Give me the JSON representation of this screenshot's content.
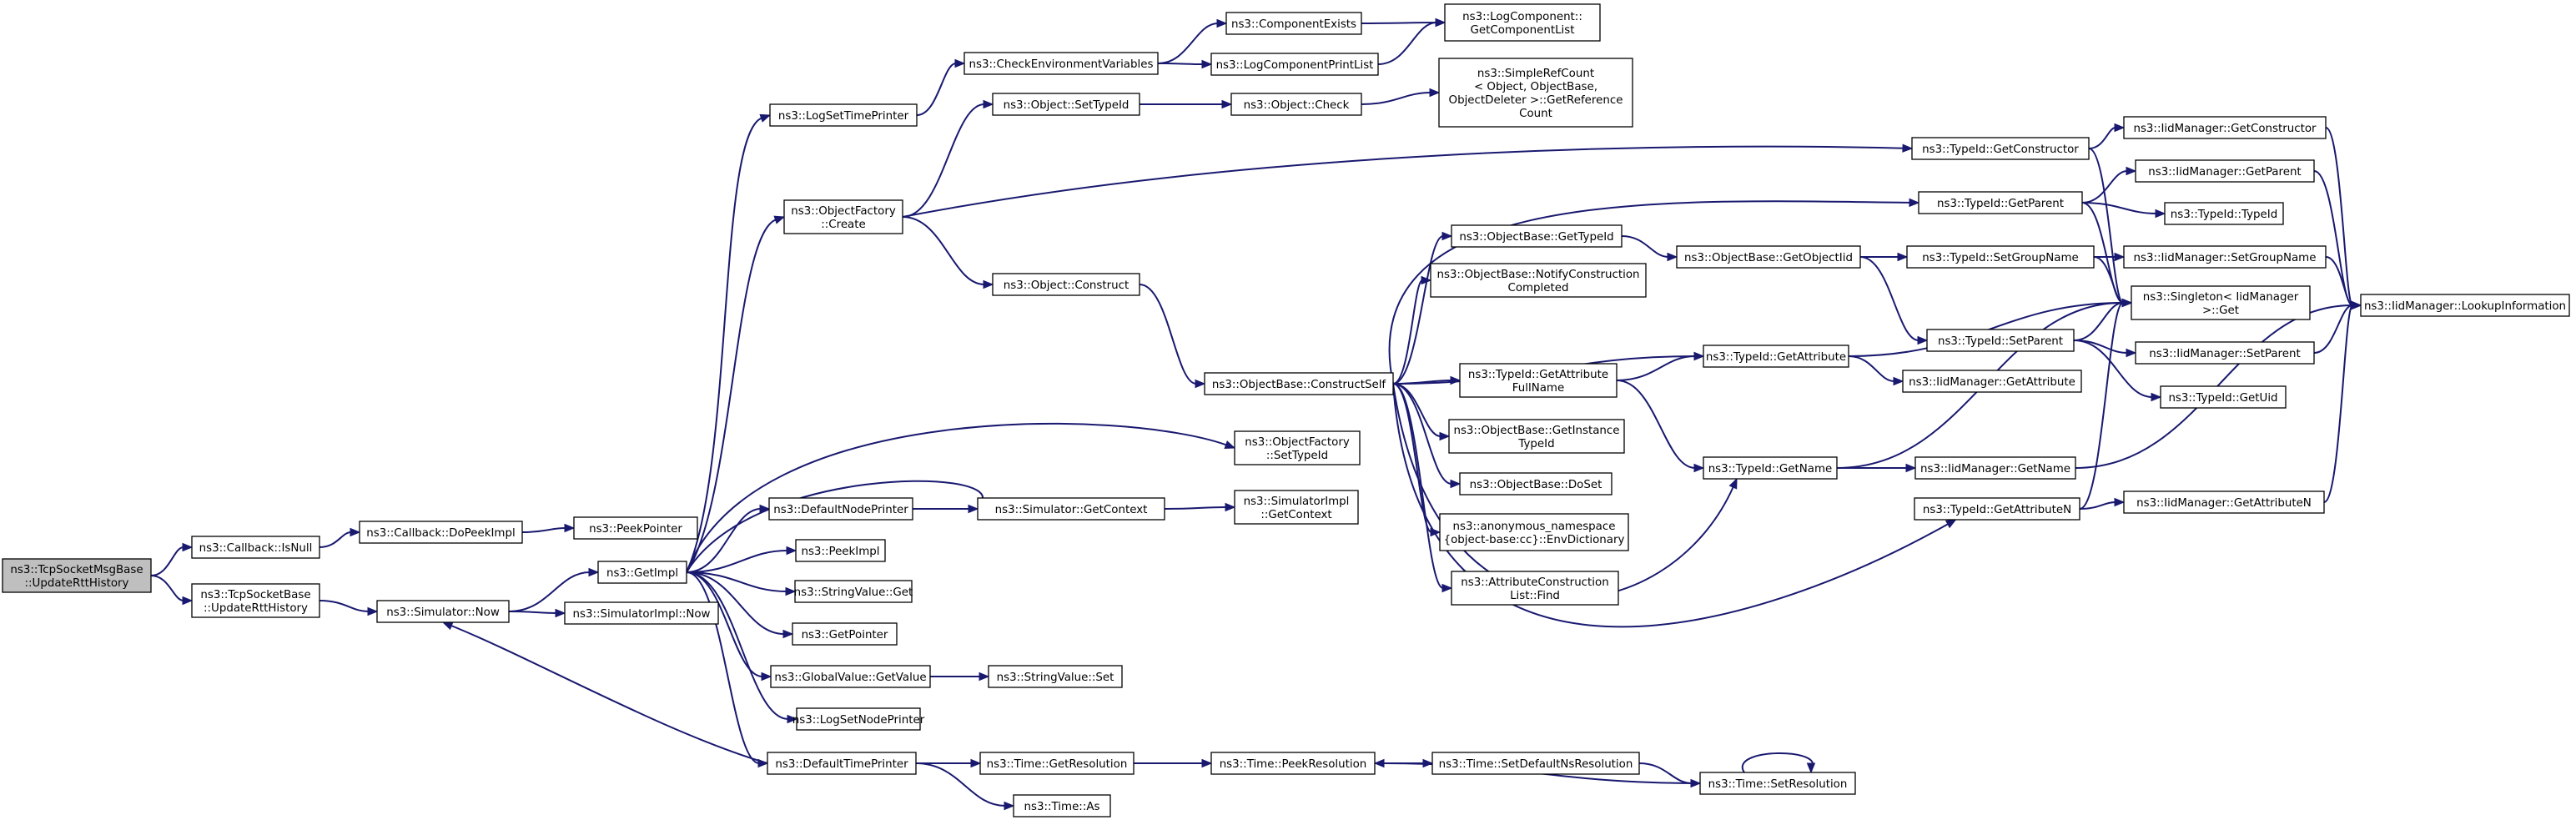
{
  "nodes": [
    {
      "id": "root",
      "lines": [
        "ns3::TcpSocketMsgBase",
        "::UpdateRttHistory"
      ],
      "root": true
    },
    {
      "id": "cb_isnull",
      "lines": [
        "ns3::Callback::IsNull"
      ]
    },
    {
      "id": "tsb_update",
      "lines": [
        "ns3::TcpSocketBase",
        "::UpdateRttHistory"
      ]
    },
    {
      "id": "cb_dopeek",
      "lines": [
        "ns3::Callback::DoPeekImpl"
      ]
    },
    {
      "id": "peekptr",
      "lines": [
        "ns3::PeekPointer"
      ]
    },
    {
      "id": "sim_now",
      "lines": [
        "ns3::Simulator::Now"
      ]
    },
    {
      "id": "getimpl",
      "lines": [
        "ns3::GetImpl"
      ]
    },
    {
      "id": "simimpl_now",
      "lines": [
        "ns3::SimulatorImpl::Now"
      ]
    },
    {
      "id": "logsettime",
      "lines": [
        "ns3::LogSetTimePrinter"
      ]
    },
    {
      "id": "objfac_create",
      "lines": [
        "ns3::ObjectFactory",
        "::Create"
      ]
    },
    {
      "id": "defnodeprinter",
      "lines": [
        "ns3::DefaultNodePrinter"
      ]
    },
    {
      "id": "peekimpl",
      "lines": [
        "ns3::PeekImpl"
      ]
    },
    {
      "id": "strval_get",
      "lines": [
        "ns3::StringValue::Get"
      ]
    },
    {
      "id": "getpointer",
      "lines": [
        "ns3::GetPointer"
      ]
    },
    {
      "id": "globval_get",
      "lines": [
        "ns3::GlobalValue::GetValue"
      ]
    },
    {
      "id": "logsetnode",
      "lines": [
        "ns3::LogSetNodePrinter"
      ]
    },
    {
      "id": "deftimeprinter",
      "lines": [
        "ns3::DefaultTimePrinter"
      ]
    },
    {
      "id": "checkenv",
      "lines": [
        "ns3::CheckEnvironmentVariables"
      ]
    },
    {
      "id": "compexists",
      "lines": [
        "ns3::ComponentExists"
      ]
    },
    {
      "id": "logcompprint",
      "lines": [
        "ns3::LogComponentPrintList"
      ]
    },
    {
      "id": "logcomp_getlist",
      "lines": [
        "ns3::LogComponent::",
        "GetComponentList"
      ]
    },
    {
      "id": "obj_settypeid",
      "lines": [
        "ns3::Object::SetTypeId"
      ]
    },
    {
      "id": "obj_check",
      "lines": [
        "ns3::Object::Check"
      ]
    },
    {
      "id": "simplerefcount",
      "lines": [
        "ns3::SimpleRefCount",
        "< Object, ObjectBase,",
        "ObjectDeleter >::GetReference",
        "Count"
      ]
    },
    {
      "id": "obj_construct",
      "lines": [
        "ns3::Object::Construct"
      ]
    },
    {
      "id": "ob_constructself",
      "lines": [
        "ns3::ObjectBase::ConstructSelf"
      ]
    },
    {
      "id": "ob_gettypeid",
      "lines": [
        "ns3::ObjectBase::GetTypeId"
      ]
    },
    {
      "id": "ob_notify",
      "lines": [
        "ns3::ObjectBase::NotifyConstruction",
        "Completed"
      ]
    },
    {
      "id": "tid_getattrfull",
      "lines": [
        "ns3::TypeId::GetAttribute",
        "FullName"
      ]
    },
    {
      "id": "ob_getinstance",
      "lines": [
        "ns3::ObjectBase::GetInstance",
        "TypeId"
      ]
    },
    {
      "id": "ob_doset",
      "lines": [
        "ns3::ObjectBase::DoSet"
      ]
    },
    {
      "id": "anon_envdict",
      "lines": [
        "ns3::anonymous_namespace",
        "{object-base:cc}::EnvDictionary"
      ]
    },
    {
      "id": "attrconst_find",
      "lines": [
        "ns3::AttributeConstruction",
        "List::Find"
      ]
    },
    {
      "id": "objfac_settypeid",
      "lines": [
        "ns3::ObjectFactory",
        "::SetTypeId"
      ]
    },
    {
      "id": "sim_getcontext",
      "lines": [
        "ns3::Simulator::GetContext"
      ]
    },
    {
      "id": "simimpl_getctx",
      "lines": [
        "ns3::SimulatorImpl",
        "::GetContext"
      ]
    },
    {
      "id": "strval_set",
      "lines": [
        "ns3::StringValue::Set"
      ]
    },
    {
      "id": "time_getres",
      "lines": [
        "ns3::Time::GetResolution"
      ]
    },
    {
      "id": "time_as",
      "lines": [
        "ns3::Time::As"
      ]
    },
    {
      "id": "time_peekres",
      "lines": [
        "ns3::Time::PeekResolution"
      ]
    },
    {
      "id": "time_setdefns",
      "lines": [
        "ns3::Time::SetDefaultNsResolution"
      ]
    },
    {
      "id": "time_setres",
      "lines": [
        "ns3::Time::SetResolution"
      ]
    },
    {
      "id": "ob_getobjectiid",
      "lines": [
        "ns3::ObjectBase::GetObjectIid"
      ]
    },
    {
      "id": "tid_getattribute",
      "lines": [
        "ns3::TypeId::GetAttribute"
      ]
    },
    {
      "id": "tid_getname",
      "lines": [
        "ns3::TypeId::GetName"
      ]
    },
    {
      "id": "tid_getconstructor",
      "lines": [
        "ns3::TypeId::GetConstructor"
      ]
    },
    {
      "id": "tid_getparent",
      "lines": [
        "ns3::TypeId::GetParent"
      ]
    },
    {
      "id": "tid_setgroupname",
      "lines": [
        "ns3::TypeId::SetGroupName"
      ]
    },
    {
      "id": "tid_setparent",
      "lines": [
        "ns3::TypeId::SetParent"
      ]
    },
    {
      "id": "iid_getattribute",
      "lines": [
        "ns3::IidManager::GetAttribute"
      ]
    },
    {
      "id": "iid_getname",
      "lines": [
        "ns3::IidManager::GetName"
      ]
    },
    {
      "id": "tid_getattributen",
      "lines": [
        "ns3::TypeId::GetAttributeN"
      ]
    },
    {
      "id": "iid_getconstructor",
      "lines": [
        "ns3::IidManager::GetConstructor"
      ]
    },
    {
      "id": "iid_getparent",
      "lines": [
        "ns3::IidManager::GetParent"
      ]
    },
    {
      "id": "tid_typeid",
      "lines": [
        "ns3::TypeId::TypeId"
      ]
    },
    {
      "id": "iid_setgroupname",
      "lines": [
        "ns3::IidManager::SetGroupName"
      ]
    },
    {
      "id": "singleton_get",
      "lines": [
        "ns3::Singleton< IidManager",
        ">::Get"
      ]
    },
    {
      "id": "iid_setparent",
      "lines": [
        "ns3::IidManager::SetParent"
      ]
    },
    {
      "id": "tid_getuid",
      "lines": [
        "ns3::TypeId::GetUid"
      ]
    },
    {
      "id": "iid_getattributen",
      "lines": [
        "ns3::IidManager::GetAttributeN"
      ]
    },
    {
      "id": "iid_lookup",
      "lines": [
        "ns3::IidManager::LookupInformation"
      ]
    }
  ],
  "edges": [
    [
      "root",
      "cb_isnull"
    ],
    [
      "root",
      "tsb_update"
    ],
    [
      "cb_isnull",
      "cb_dopeek"
    ],
    [
      "cb_dopeek",
      "peekptr"
    ],
    [
      "tsb_update",
      "sim_now"
    ],
    [
      "sim_now",
      "getimpl"
    ],
    [
      "sim_now",
      "simimpl_now"
    ],
    [
      "getimpl",
      "logsettime"
    ],
    [
      "getimpl",
      "objfac_create"
    ],
    [
      "getimpl",
      "defnodeprinter"
    ],
    [
      "getimpl",
      "peekimpl"
    ],
    [
      "getimpl",
      "strval_get"
    ],
    [
      "getimpl",
      "getpointer"
    ],
    [
      "getimpl",
      "globval_get"
    ],
    [
      "getimpl",
      "logsetnode"
    ],
    [
      "getimpl",
      "deftimeprinter"
    ],
    [
      "getimpl",
      "objfac_settypeid"
    ],
    [
      "getimpl",
      "sim_getcontext"
    ],
    [
      "logsettime",
      "checkenv"
    ],
    [
      "checkenv",
      "compexists"
    ],
    [
      "checkenv",
      "logcompprint"
    ],
    [
      "compexists",
      "logcomp_getlist"
    ],
    [
      "logcompprint",
      "logcomp_getlist"
    ],
    [
      "objfac_create",
      "obj_settypeid"
    ],
    [
      "objfac_create",
      "obj_construct"
    ],
    [
      "objfac_create",
      "tid_getconstructor"
    ],
    [
      "obj_settypeid",
      "obj_check"
    ],
    [
      "obj_check",
      "simplerefcount"
    ],
    [
      "obj_construct",
      "ob_constructself"
    ],
    [
      "ob_constructself",
      "ob_gettypeid"
    ],
    [
      "ob_constructself",
      "ob_notify"
    ],
    [
      "ob_constructself",
      "tid_getattrfull"
    ],
    [
      "ob_constructself",
      "ob_getinstance"
    ],
    [
      "ob_constructself",
      "ob_doset"
    ],
    [
      "ob_constructself",
      "anon_envdict"
    ],
    [
      "ob_constructself",
      "attrconst_find"
    ],
    [
      "ob_constructself",
      "tid_getattribute"
    ],
    [
      "ob_constructself",
      "tid_getname"
    ],
    [
      "ob_constructself",
      "tid_getparent"
    ],
    [
      "ob_constructself",
      "tid_getattributen"
    ],
    [
      "ob_gettypeid",
      "ob_getobjectiid"
    ],
    [
      "ob_getobjectiid",
      "tid_setgroupname"
    ],
    [
      "ob_getobjectiid",
      "tid_setparent"
    ],
    [
      "tid_getattrfull",
      "tid_getattribute"
    ],
    [
      "tid_getattrfull",
      "tid_getname"
    ],
    [
      "tid_getattribute",
      "iid_getattribute"
    ],
    [
      "tid_getattribute",
      "singleton_get"
    ],
    [
      "tid_getname",
      "iid_getname"
    ],
    [
      "tid_getname",
      "singleton_get"
    ],
    [
      "tid_getconstructor",
      "iid_getconstructor"
    ],
    [
      "tid_getconstructor",
      "singleton_get"
    ],
    [
      "tid_getparent",
      "iid_getparent"
    ],
    [
      "tid_getparent",
      "tid_typeid"
    ],
    [
      "tid_getparent",
      "singleton_get"
    ],
    [
      "tid_setgroupname",
      "iid_setgroupname"
    ],
    [
      "tid_setgroupname",
      "singleton_get"
    ],
    [
      "tid_setparent",
      "iid_setparent"
    ],
    [
      "tid_setparent",
      "tid_getuid"
    ],
    [
      "tid_setparent",
      "singleton_get"
    ],
    [
      "tid_getattributen",
      "iid_getattributen"
    ],
    [
      "tid_getattributen",
      "singleton_get"
    ],
    [
      "iid_getconstructor",
      "iid_lookup"
    ],
    [
      "iid_getparent",
      "iid_lookup"
    ],
    [
      "iid_setgroupname",
      "iid_lookup"
    ],
    [
      "iid_setparent",
      "iid_lookup"
    ],
    [
      "iid_getname",
      "iid_lookup"
    ],
    [
      "iid_getattributen",
      "iid_lookup"
    ],
    [
      "defnodeprinter",
      "sim_getcontext"
    ],
    [
      "sim_getcontext",
      "simimpl_getctx"
    ],
    [
      "globval_get",
      "strval_set"
    ],
    [
      "deftimeprinter",
      "sim_now"
    ],
    [
      "deftimeprinter",
      "time_getres"
    ],
    [
      "deftimeprinter",
      "time_as"
    ],
    [
      "time_getres",
      "time_peekres"
    ],
    [
      "time_peekres",
      "time_setdefns"
    ],
    [
      "time_setdefns",
      "time_setres"
    ],
    [
      "time_setres",
      "time_peekres"
    ],
    [
      "time_setres",
      "time_setres"
    ]
  ]
}
